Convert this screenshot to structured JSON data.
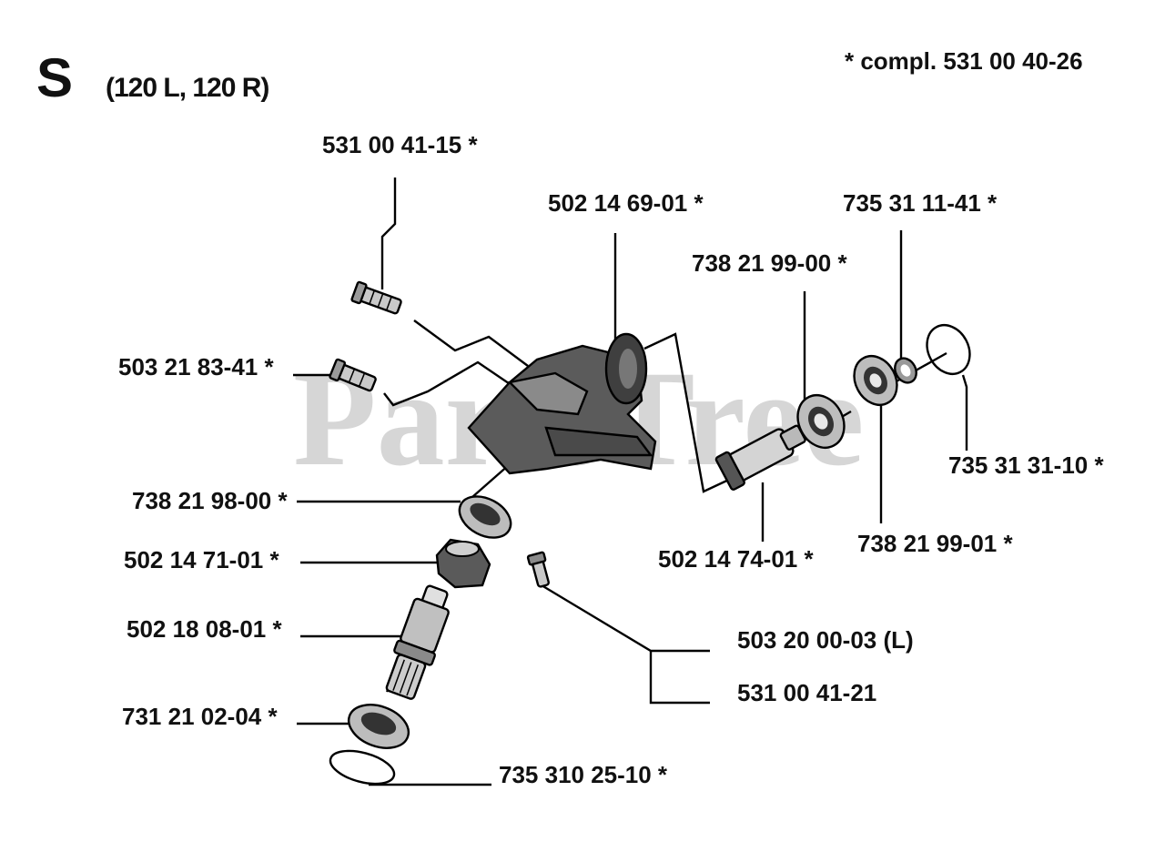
{
  "section": {
    "letter": "S",
    "models": "(120 L, 120 R)"
  },
  "note": "* compl. 531 00 40-26",
  "watermark": "PartsTree",
  "labels": {
    "p531004115": "531 00 41-15  *",
    "p502146901": "502 14 69-01  *",
    "p735311141": "735 31 11-41  *",
    "p738219900": "738 21 99-00  *",
    "p503218341": "503 21 83-41  *",
    "p735313110": "735 31 31-10  *",
    "p738219800": "738 21 98-00 *",
    "p502147401": "502 14 74-01  *",
    "p738219901": "738 21 99-01  *",
    "p502147101": "502 14 71-01  *",
    "p502180801": "502 18 08-01  *",
    "p503200003": "503 20 00-03 (L)",
    "p531004121": "531 00 41-21",
    "p731210204": "731 21 02-04  *",
    "p735310251": "735 310 25-10  *"
  }
}
